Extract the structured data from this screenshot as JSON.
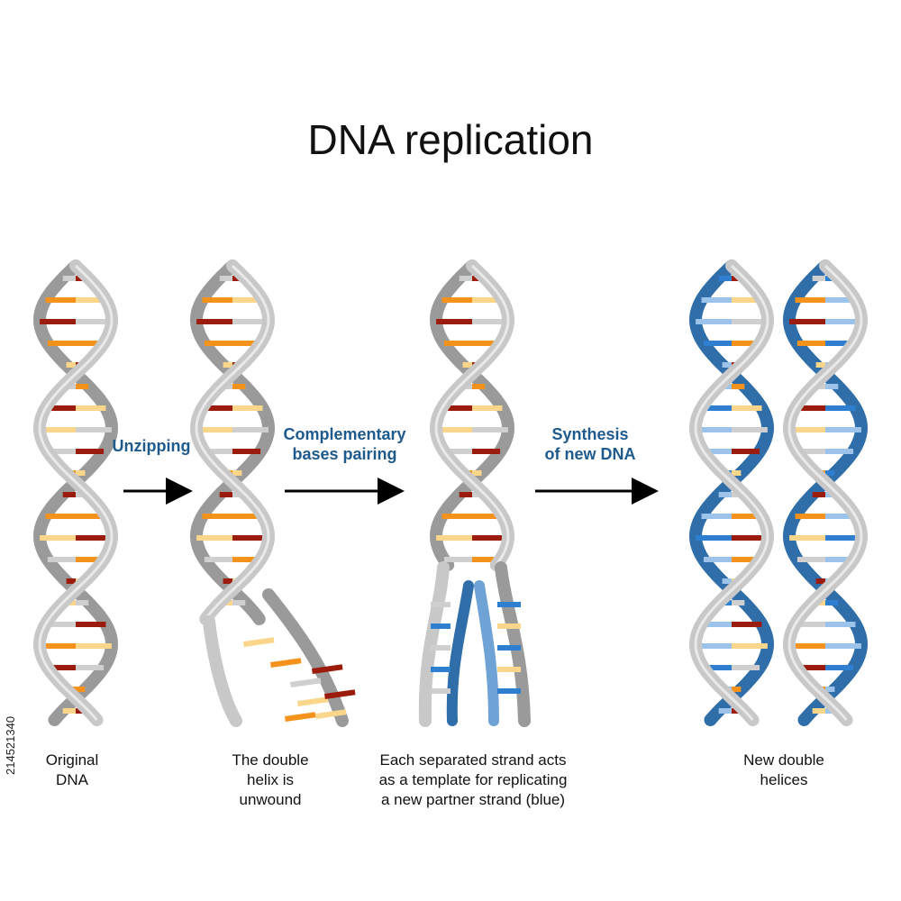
{
  "title": "DNA replication",
  "steps": {
    "unzipping": "Unzipping",
    "pairing_1": "Complementary",
    "pairing_2": "bases pairing",
    "synthesis_1": "Synthesis",
    "synthesis_2": "of new DNA"
  },
  "captions": {
    "original_1": "Original",
    "original_2": "DNA",
    "unwound_1": "The double",
    "unwound_2": "helix is",
    "unwound_3": "unwound",
    "template_1": "Each separated strand acts",
    "template_2": "as a template for replicating",
    "template_3": "a new partner strand (blue)",
    "new_1": "New double",
    "new_2": "helices"
  },
  "stock_id": "214521340",
  "colors": {
    "title": "#111111",
    "step_label": "#1f5a8c",
    "arrow": "#000000",
    "original_strand": "#c8c8c8",
    "original_strand_shadow": "#9a9a9a",
    "new_strand": "#6fa3d6",
    "new_strand_dark": "#2f6ea8",
    "base_dark_red": "#9b1c0c",
    "base_orange": "#f4921c",
    "base_light_yellow": "#f9d68a",
    "base_gray": "#cfcfcf",
    "base_blue": "#2f7fd0"
  }
}
